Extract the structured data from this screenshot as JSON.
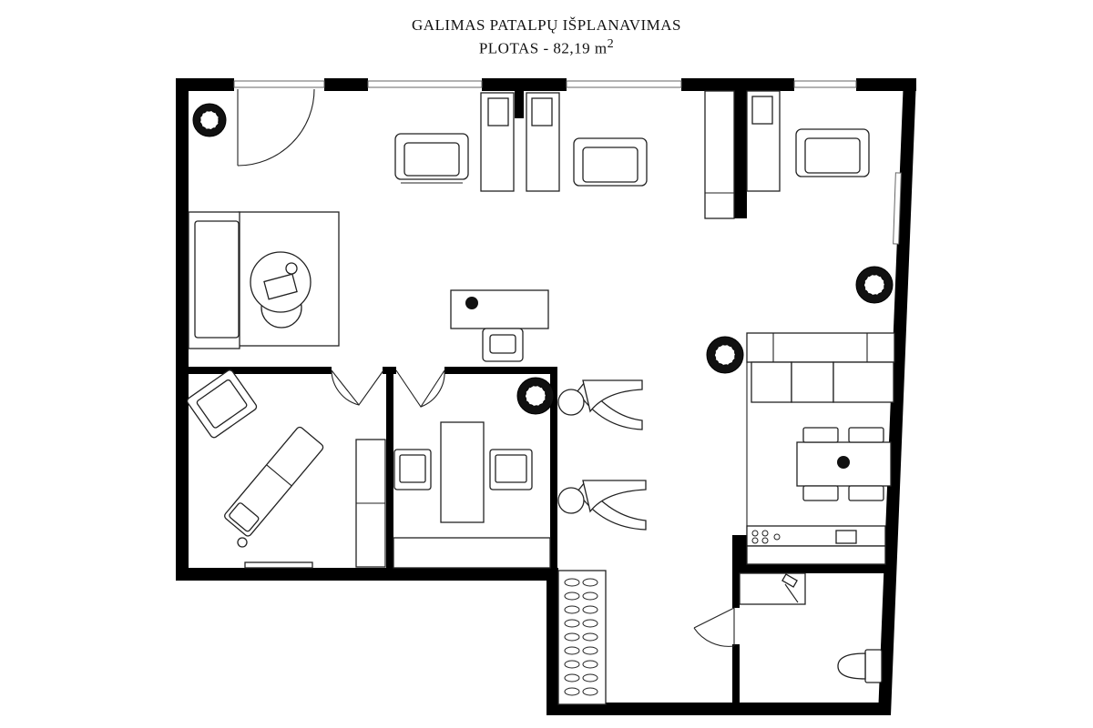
{
  "title": {
    "line1": "GALIMAS PATALPŲ IŠPLANAVIMAS",
    "line2_prefix": "PLOTAS - 82,19 m",
    "line2_sup": "2"
  }
}
